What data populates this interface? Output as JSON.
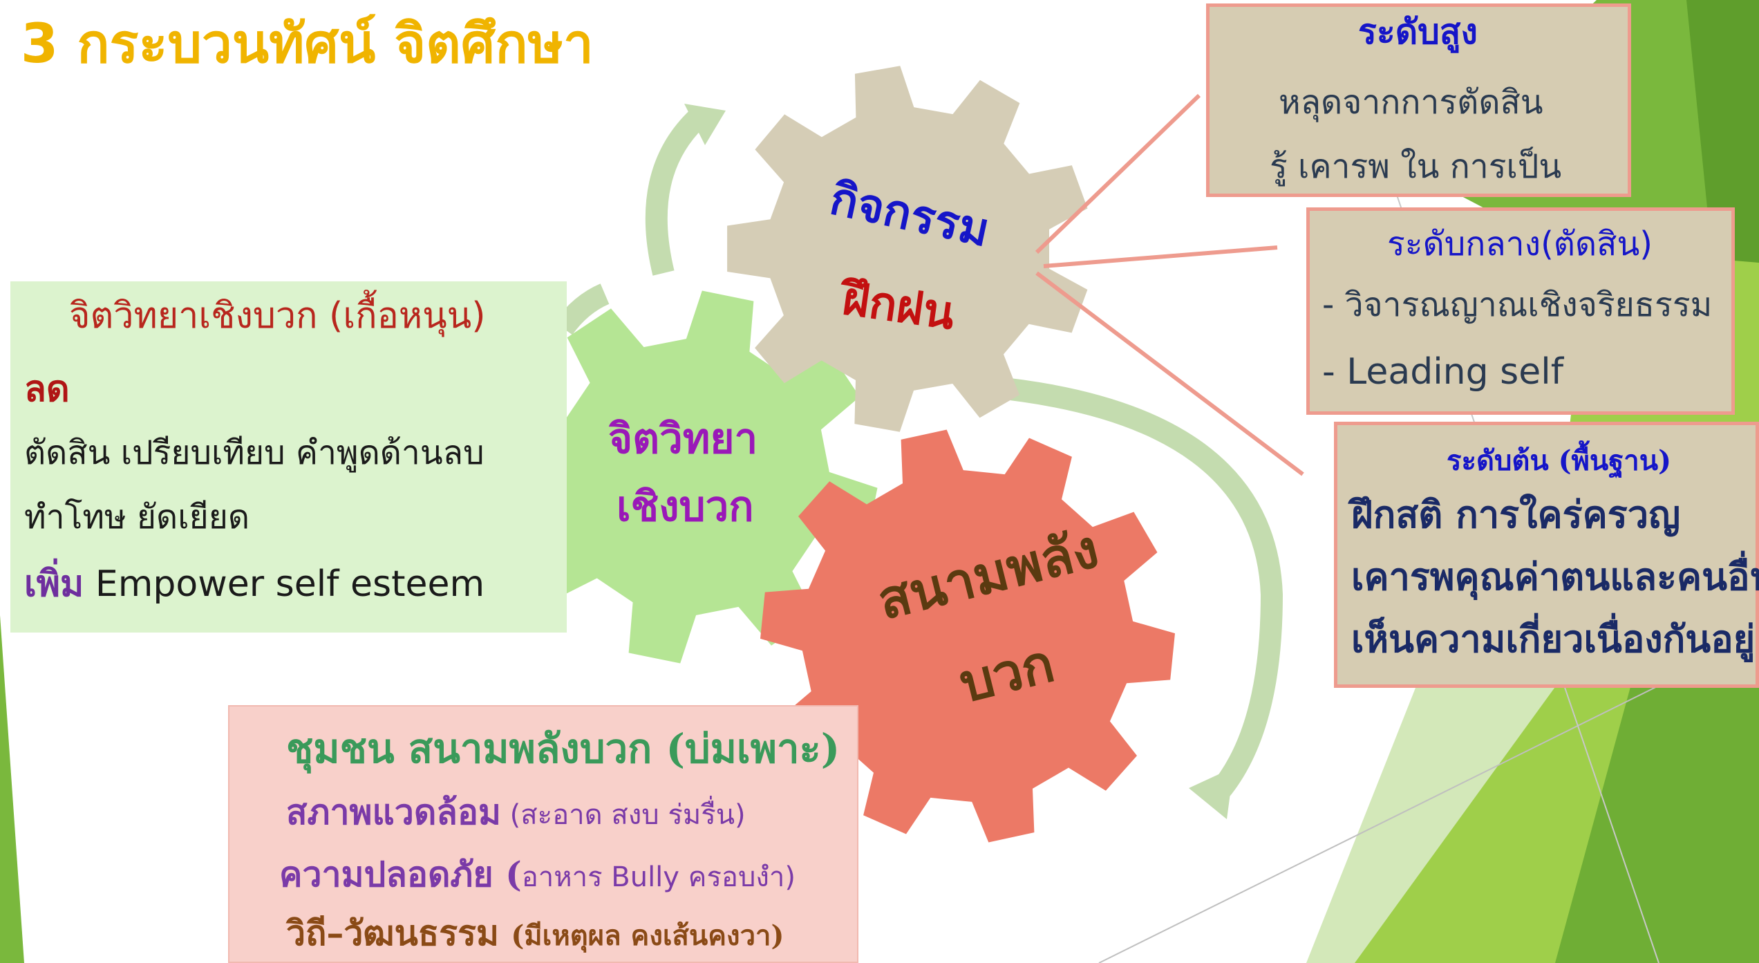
{
  "slide": {
    "title": "3  กระบวนทัศน์ จิตศึกษา"
  },
  "gears": {
    "activity": {
      "line1": "กิจกรรม",
      "line2": "ฝึกฝน"
    },
    "psychology": {
      "line1": "จิตวิทยา",
      "line2": "เชิงบวก"
    },
    "energy": {
      "line1": "สนามพลัง",
      "line2": "บวก"
    }
  },
  "left_box": {
    "heading": "จิตวิทยาเชิงบวก (เกื้อหนุน)",
    "reduce_label": "ลด",
    "reduce_line1": "ตัดสิน  เปรียบเทียบ คำพูดด้านลบ",
    "reduce_line2": "ทำโทษ ยัดเยียด",
    "add_label": "เพิ่ม",
    "add_text": " Empower  self esteem"
  },
  "bottom_box": {
    "heading": "ชุมชน สนามพลังบวก (บ่มเพาะ)",
    "row1_label": "สภาพแวดล้อม",
    "row1_detail": " (สะอาด สงบ ร่มรื่น)",
    "row2_label": "ความปลอดภัย (",
    "row2_detail": "อาหาร  Bully  ครอบงำ)",
    "row3_label": "วิถี–วัฒนธรรม ",
    "row3_detail": "(มีเหตุผล คงเส้นคงวา)"
  },
  "level_high": {
    "title": "ระดับสูง",
    "line1": "หลุดจากการตัดสิน",
    "line2": "รู้  เคารพ  ใน การเป็น"
  },
  "level_mid": {
    "title": "ระดับกลาง(ตัดสิน)",
    "line1": "- วิจารณญาณเชิงจริยธรรม",
    "line2": "- Leading self"
  },
  "level_base": {
    "title": "ระดับต้น (พื้นฐาน)",
    "line1": "ฝึกสติ การใคร่ครวญ",
    "line2": "เคารพคุณค่าตนและคนอื่น",
    "line3": "เห็นความเกี่ยวเนื่องกันอยู่"
  },
  "colors": {
    "title": "#f0b400",
    "activity_gear": "#d5cdb6",
    "psychology_gear": "#b5e594",
    "energy_gear": "#ec7966",
    "arrow": "#c4dcaf",
    "left_box_bg": "#dcf3ce",
    "bottom_box_bg": "#f8d0ca",
    "level_box_bg": "#d6ccb2",
    "level_box_border": "#ee9b8e",
    "connector": "#ee9b8e",
    "green_dark": "#5f9e2c",
    "green_mid": "#7ab83d",
    "green_light": "#9fcf4a"
  }
}
